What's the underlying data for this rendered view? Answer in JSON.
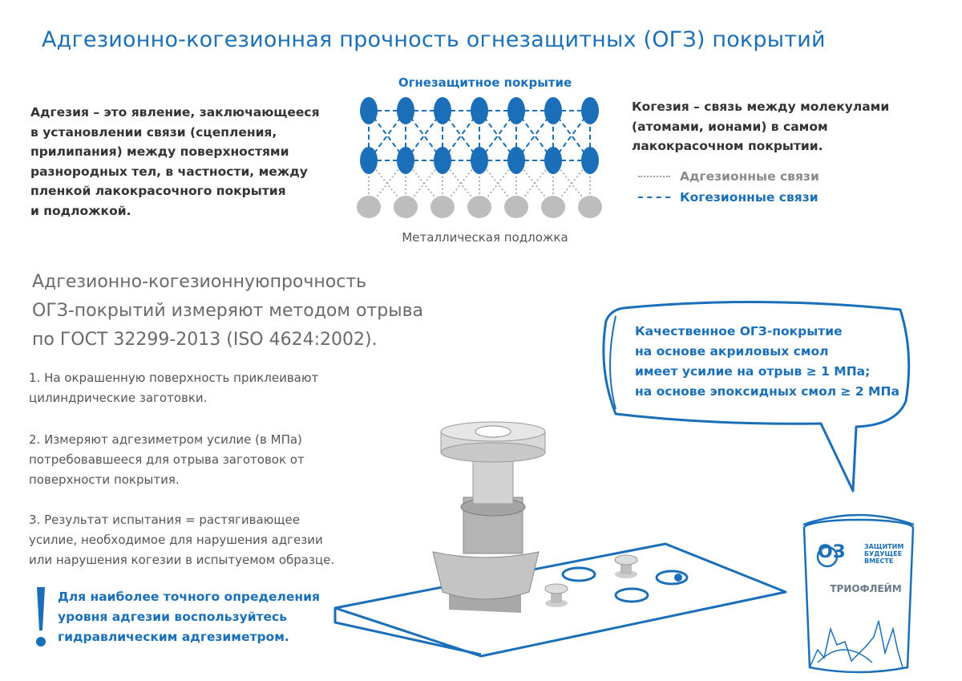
{
  "title": "Адгезионно-когезионная прочность  огнезащитных (ОГЗ) покрытий",
  "diagram": {
    "coating_label": "Огнезащитное покрытие",
    "substrate_label": "Металлическая подложка"
  },
  "adhesion_definition": [
    "Адгезия – это явление, заключающееся",
    "в установлении связи (сцепления,",
    "прилипания) между поверхностями",
    "разнородных тел, в частности, между",
    "пленкой лакокрасочного покрытия",
    "и подложкой."
  ],
  "cohesion_definition": [
    "Когезия –  связь между молекулами",
    "(атомами, ионами) в самом",
    "лакокрасочном покрытии."
  ],
  "legend": {
    "adhesion": "Адгезионные связи",
    "cohesion": "Когезионные связи"
  },
  "method_text": [
    "Адгезионно-когезионнуюпрочность",
    "ОГЗ-покрытий измеряют методом отрыва",
    "по ГОСТ 32299-2013 (ISO 4624:2002)."
  ],
  "steps": [
    [
      "1. На окрашенную поверхность приклеивают",
      " цилиндрические заготовки."
    ],
    [
      "2. Измеряют адгезиметром усилие (в МПа)",
      "потребовавшееся для отрыва заготовок от",
      "поверхности покрытия."
    ],
    [
      "3. Результат испытания  = растягивающее",
      " усилие, необходимое для нарушения адгезии",
      "или нарушения когезии в испытуемом образце."
    ]
  ],
  "note": [
    "Для наиболее точного определения",
    "уровня адгезии воспользуйтесь",
    "гидравлическим адгезиметром."
  ],
  "bubble": [
    "Качественное ОГЗ-покрытие",
    "на основе акриловых смол",
    "имеет усилие на отрыв ≥ 1 МПа;",
    "на основе эпоксидных смол ≥ 2 МПа"
  ],
  "can": {
    "logo": "ОЗ",
    "tagline": [
      "ЗАЩИТИМ",
      "БУДУЩЕЕ",
      "ВМЕСТЕ"
    ],
    "product": "ТРИОФЛЕЙМ"
  },
  "colors": {
    "accent": "#1a6fb8",
    "substrate": "#bdbdbd",
    "text": "#333333"
  }
}
